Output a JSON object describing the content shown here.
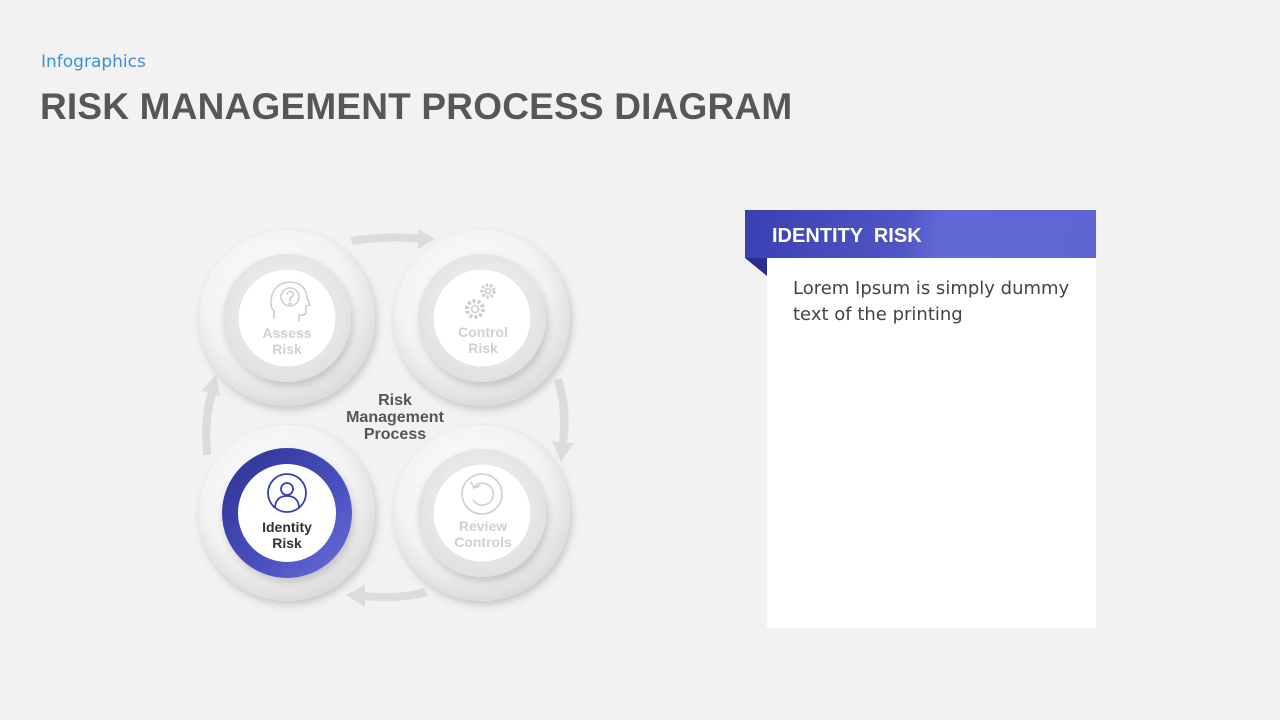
{
  "header": {
    "subtitle": "Infographics",
    "title": "RISK MANAGEMENT PROCESS DIAGRAM"
  },
  "diagram": {
    "center_label_lines": [
      "Risk",
      "Management",
      "Process"
    ],
    "nodes": [
      {
        "id": "assess",
        "lines": [
          "Assess",
          "Risk"
        ],
        "icon": "head-question-icon",
        "active": false
      },
      {
        "id": "control",
        "lines": [
          "Control",
          "Risk"
        ],
        "icon": "gears-icon",
        "active": false
      },
      {
        "id": "review",
        "lines": [
          "Review",
          "Controls"
        ],
        "icon": "refresh-icon",
        "active": false
      },
      {
        "id": "identity",
        "lines": [
          "Identity",
          "Risk"
        ],
        "icon": "user-icon",
        "active": true
      }
    ]
  },
  "panel": {
    "title": "IDENTITY  RISK",
    "text": "Lorem Ipsum is simply dummy text of the printing"
  },
  "colors": {
    "accent": "#3a40b0",
    "accent_light": "#6168d6",
    "inactive_label": "#d0d0d0",
    "subtitle": "#3f8fd6"
  }
}
